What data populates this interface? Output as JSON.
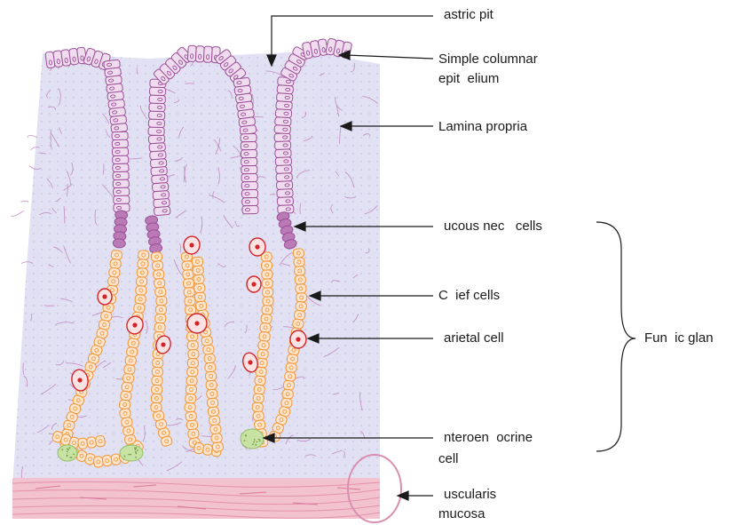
{
  "labels": {
    "gastric_pit": "astric pit",
    "columnar_1": "Simple columnar",
    "columnar_2": "epit  elium",
    "lamina": "Lamina propria",
    "mucous_neck": "ucous nec   cells",
    "chief": "C  ief cells",
    "parietal": "arietal cell",
    "entero_1": "nteroen  ocrine",
    "entero_2": "cell",
    "muscularis_1": "uscularis",
    "muscularis_2": "mucosa",
    "fundic": "Fun  ic glan"
  },
  "colors": {
    "lamina": "#e2e1f4",
    "epithelium_fill": "#f0dcef",
    "epithelium_stroke": "#9b4f98",
    "mucous_neck": "#b97ab5",
    "chief_fill": "#fde5cf",
    "chief_stroke": "#f29a3d",
    "parietal_fill": "#fbe3e3",
    "parietal_stroke": "#d2232a",
    "entero_fill": "#c8e2a4",
    "muscularis": "#f3c2cf",
    "fibers": "#b97ab5"
  }
}
